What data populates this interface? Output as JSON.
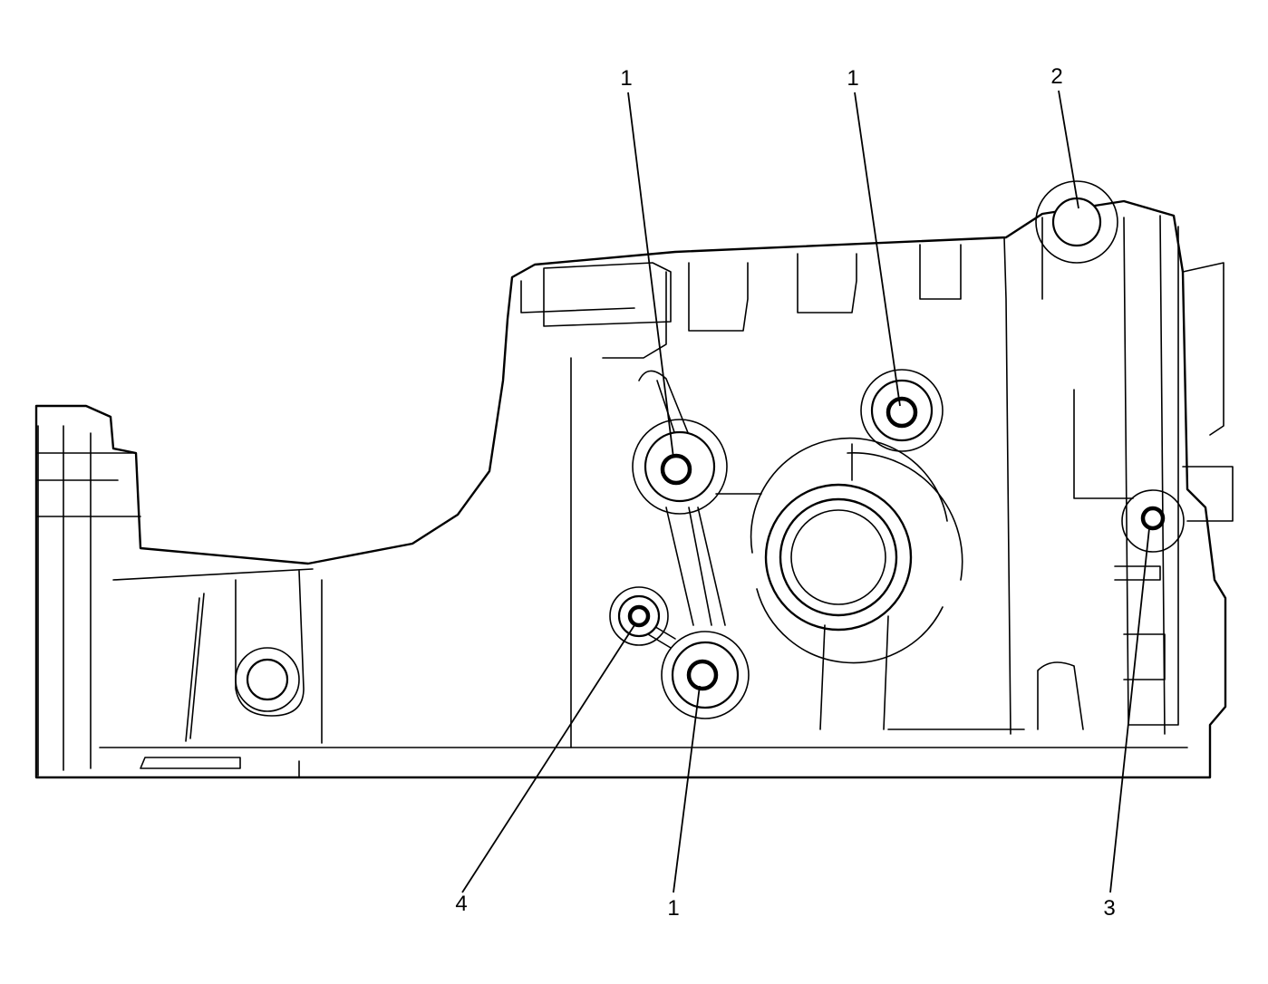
{
  "callouts": {
    "c1a": "1",
    "c1b": "1",
    "c2": "2",
    "c1c": "1",
    "c3": "3",
    "c4": "4"
  },
  "colors": {
    "line": "#000000",
    "background": "#ffffff"
  }
}
